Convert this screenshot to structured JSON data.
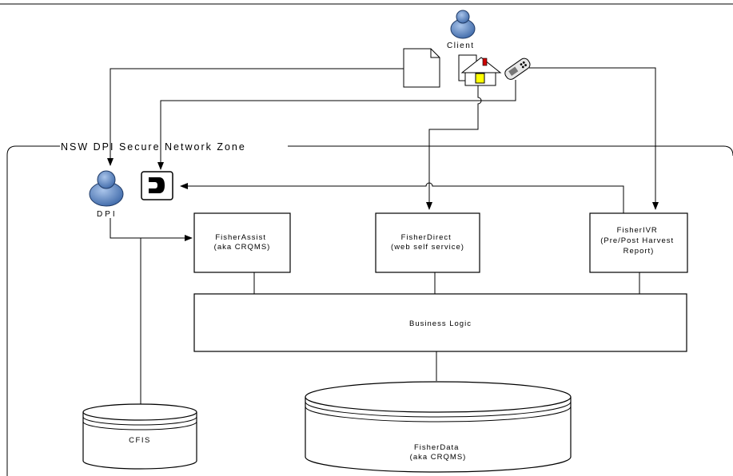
{
  "zone": {
    "label": "NSW DPI Secure Network Zone"
  },
  "actors": {
    "client": "Client",
    "dpi": "DPI"
  },
  "boxes": {
    "fisher_assist": [
      "FisherAssist",
      "(aka CRQMS)"
    ],
    "fisher_direct": [
      "FisherDirect",
      "(web self service)"
    ],
    "fisher_ivr": [
      "FisherIVR",
      "(Pre/Post Harvest",
      "Report)"
    ],
    "business_logic": "Business Logic"
  },
  "databases": {
    "cfis": "CFIS",
    "fisher_data": [
      "FisherData",
      "(aka CRQMS)"
    ]
  },
  "icons": {
    "client": "person-icon",
    "document": "document-icon",
    "home_pc": "house-icon",
    "mobile": "mobile-phone-icon",
    "dpi": "person-icon",
    "phone": "telephone-icon"
  },
  "colors": {
    "person_fill": "#4f7fbf",
    "house_door": "#ffff00",
    "house_chimney": "#cc0000"
  }
}
